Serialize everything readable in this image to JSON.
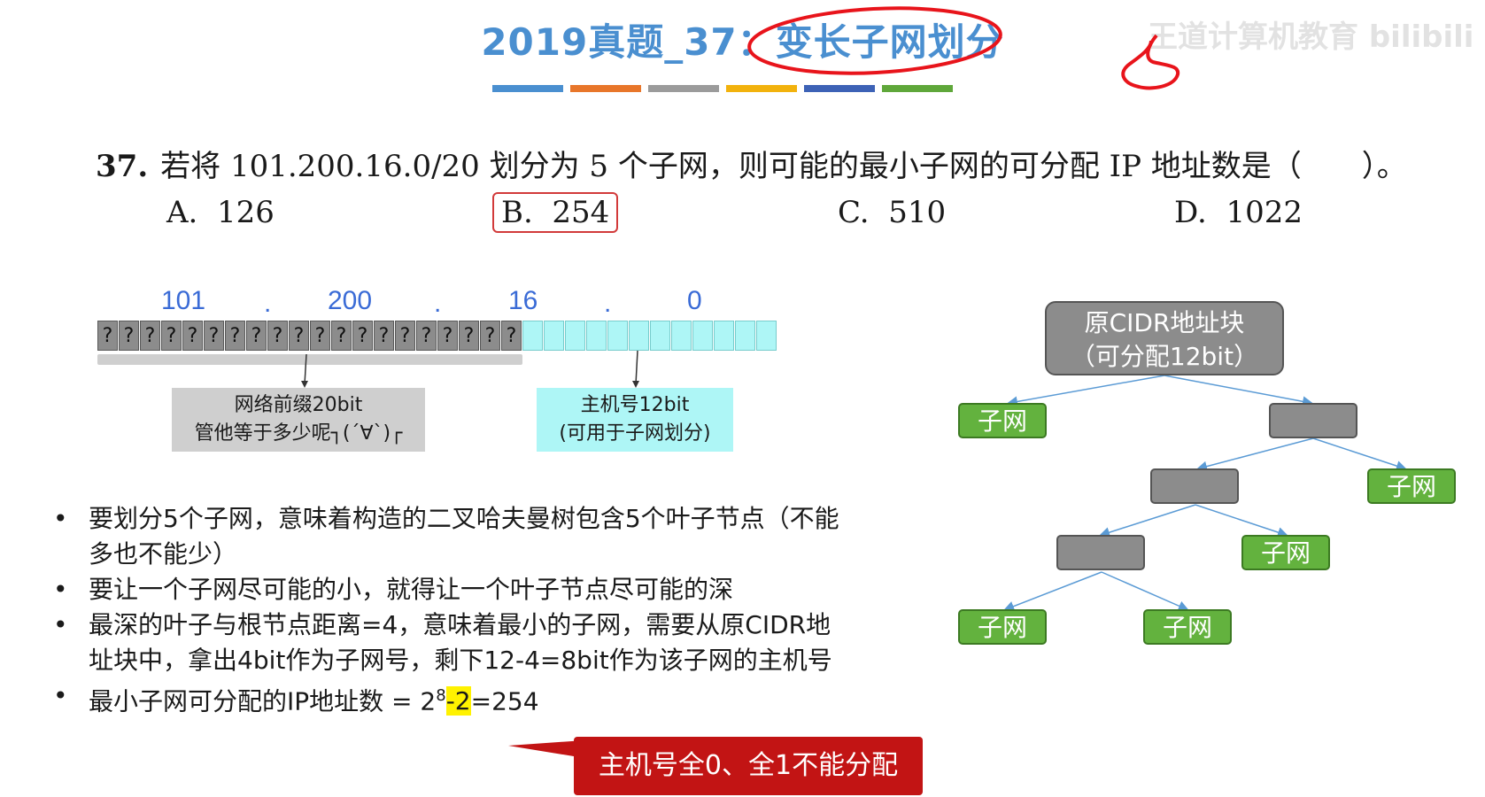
{
  "title": {
    "prefix": "2019真题_37：",
    "highlight": "变长子网划分"
  },
  "watermark": "王道计算机教育 bilibili",
  "colorbar": [
    "#4a8fd0",
    "#e8762a",
    "#9b9b9b",
    "#f2b20d",
    "#3d62b6",
    "#5fa73a"
  ],
  "question": {
    "number": "37.",
    "text": "若将 101.200.16.0/20 划分为 5 个子网，则可能的最小子网的可分配 IP 地址数是（　　）。"
  },
  "options": [
    {
      "label": "A.",
      "value": "126"
    },
    {
      "label": "B.",
      "value": "254"
    },
    {
      "label": "C.",
      "value": "510"
    },
    {
      "label": "D.",
      "value": "1022"
    }
  ],
  "ip": {
    "octets": [
      "101",
      "200",
      "16",
      "0"
    ],
    "dots": [
      ".",
      ".",
      "."
    ],
    "prefix_bit_char": "?",
    "prefix_bits": 20,
    "host_bits": 12,
    "prefix_box": [
      "网络前缀20bit",
      "管他等于多少呢┐(´∀`)┌"
    ],
    "host_box": [
      "主机号12bit",
      "(可用于子网划分)"
    ]
  },
  "bullets": {
    "b1": "要划分5个子网，意味着构造的二叉哈夫曼树包含5个叶子节点（不能多也不能少）",
    "b2": "要让一个子网尽可能的小，就得让一个叶子节点尽可能的深",
    "b3": "最深的叶子与根节点距离=4，意味着最小的子网，需要从原CIDR地址块中，拿出4bit作为子网号，剩下12-4=8bit作为该子网的主机号",
    "b4_pre": "最小子网可分配的IP地址数 = 2",
    "b4_exp": "8",
    "b4_minus": "-2",
    "b4_post": "=254"
  },
  "callout": "主机号全0、全1不能分配",
  "tree": {
    "root_line1": "原CIDR地址块",
    "root_line2": "（可分配12bit）",
    "leaf_label": "子网"
  }
}
